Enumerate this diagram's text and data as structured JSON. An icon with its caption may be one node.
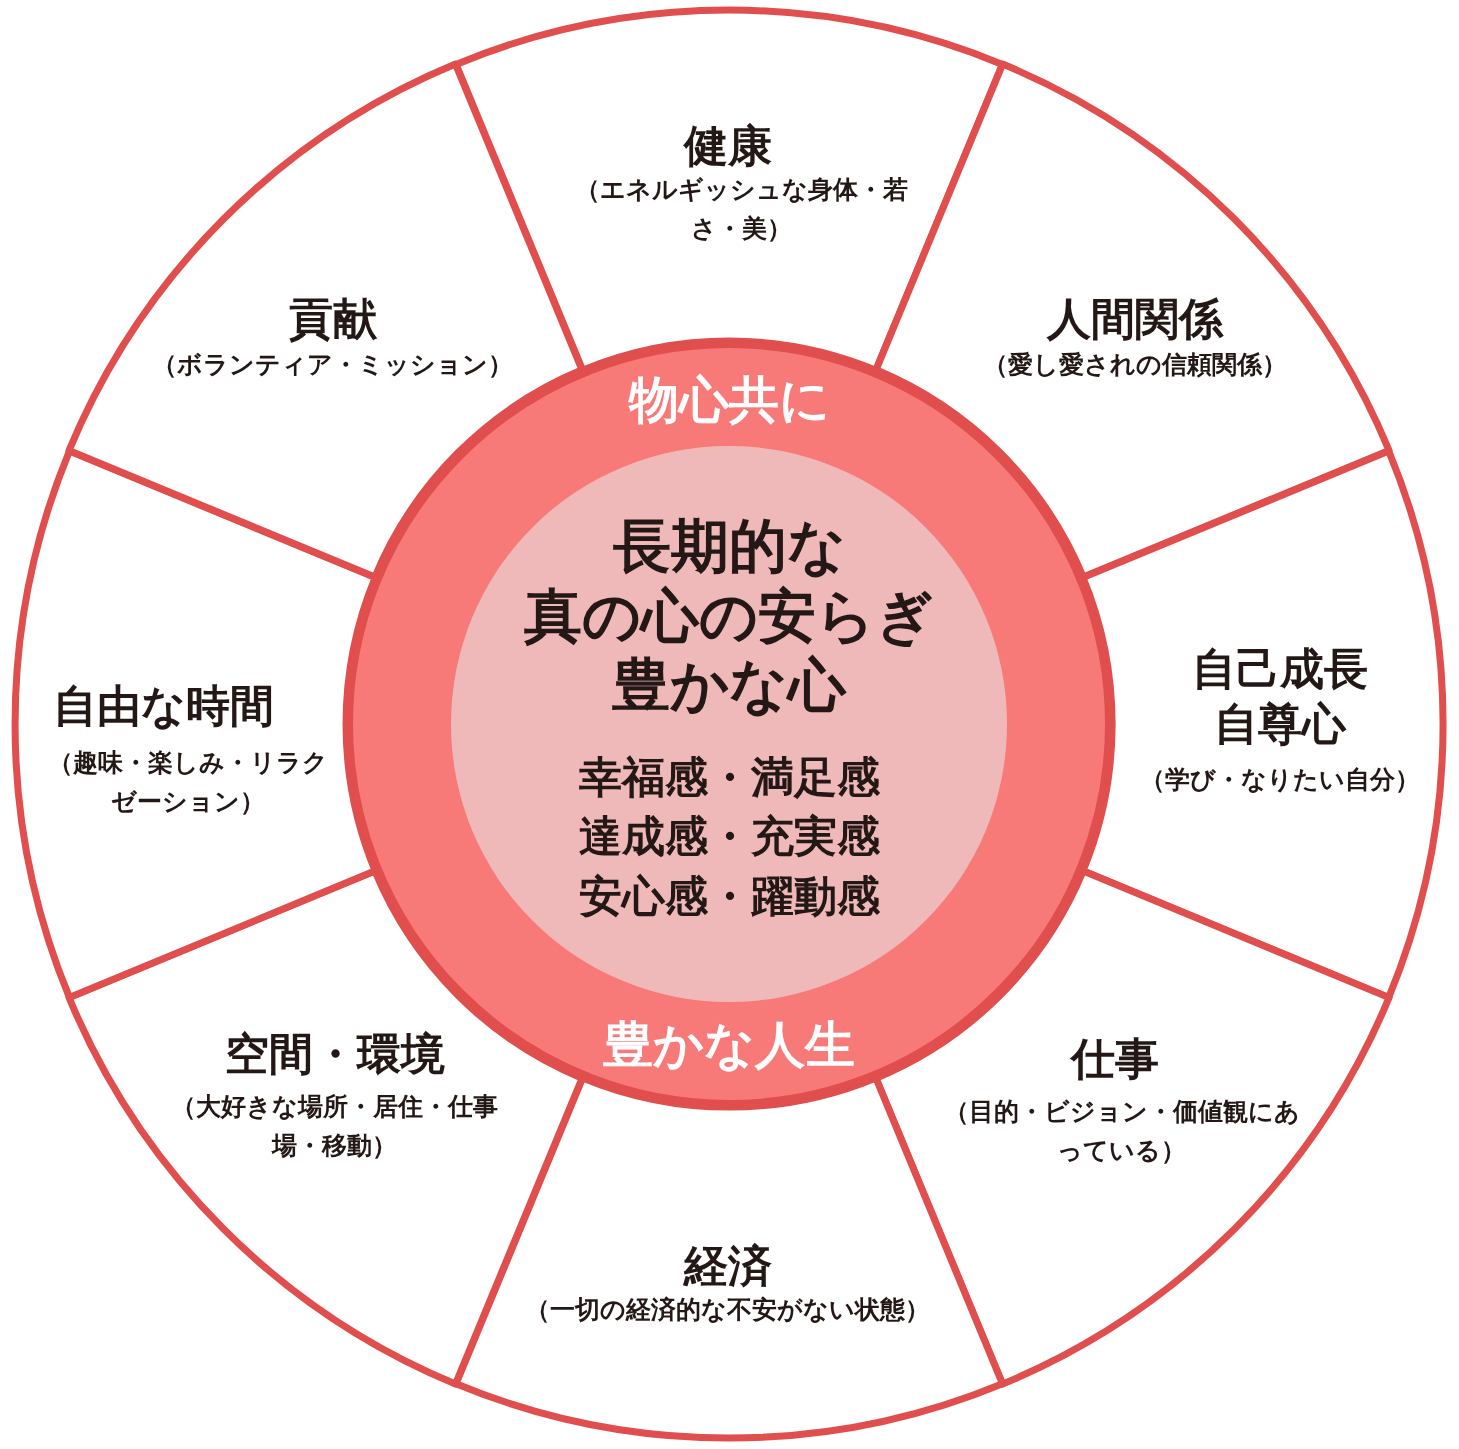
{
  "diagram": {
    "nodes": [
      {
        "text": [
          "健康",
          "（エネルギッシュな身体・若さ・美）"
        ]
      },
      {
        "text": [
          "人間関係",
          "（愛し愛されの信頼関係）"
        ]
      },
      {
        "text": [
          "自己成長自尊心",
          "（学び・なりたい自分）"
        ]
      },
      {
        "text": [
          "仕事",
          "（目的・ビジョン・価値観にあっている）"
        ]
      },
      {
        "text": [
          "経済",
          "（一切の経済的な不安がない状態）"
        ]
      },
      {
        "text": [
          "空間・環境",
          "（大好きな場所・居住・仕事場・移動）"
        ]
      },
      {
        "text": [
          "自由な時間",
          "（趣味・楽しみ・リラクゼーション）"
        ]
      },
      {
        "text": [
          "貢献",
          "（ボランティア・ミッション）"
        ]
      },
      {
        "text": [
          "物心共に",
          "豊かな人生"
        ]
      },
      {
        "text": [
          "長期的な",
          "真の心の安らぎ",
          "豊かな心",
          "幸福感・満足感達成感・充実感安心感・躍動感"
        ],
        "in": 8
      }
    ]
  }
}
